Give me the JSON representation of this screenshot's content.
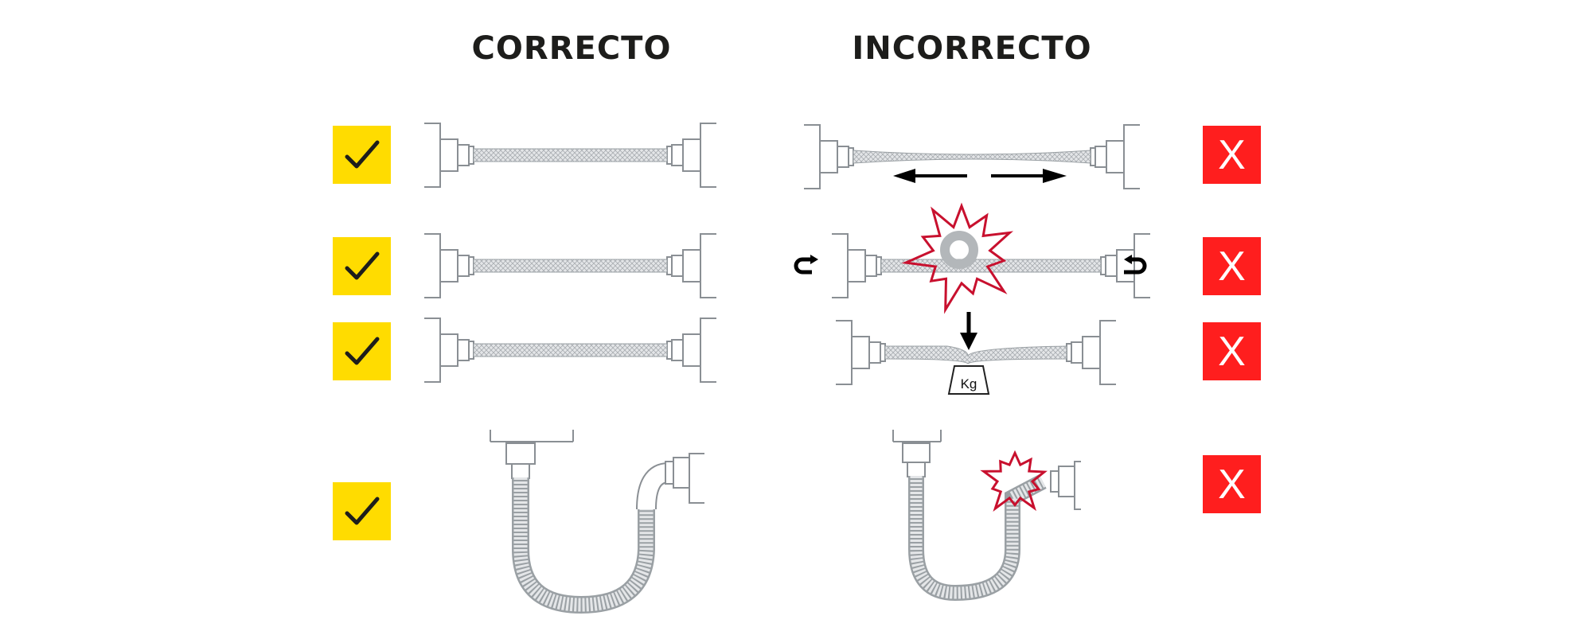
{
  "headers": {
    "correct": "CORRECTO",
    "incorrect": "INCORRECTO"
  },
  "correct_rows": [
    {
      "icon": "check-icon"
    },
    {
      "icon": "check-icon"
    },
    {
      "icon": "check-icon"
    },
    {
      "icon": "check-icon"
    }
  ],
  "incorrect_rows": [
    {
      "icon": "x-icon",
      "mark": "X",
      "problem": "stretched"
    },
    {
      "icon": "x-icon",
      "mark": "X",
      "problem": "twisted"
    },
    {
      "icon": "x-icon",
      "mark": "X",
      "problem": "crushed"
    },
    {
      "icon": "x-icon",
      "mark": "X",
      "problem": "kinked"
    }
  ],
  "weight_label": "Kg",
  "colors": {
    "check_bg": "#ffdc00",
    "x_bg": "#ff1e1e",
    "burst": "#c8102e",
    "line": "#8a8f94"
  }
}
